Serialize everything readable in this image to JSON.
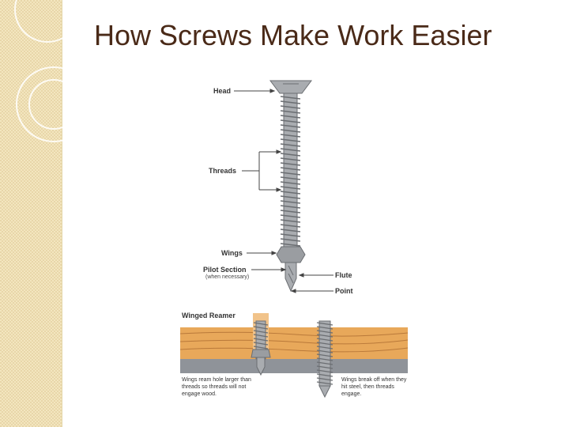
{
  "slide": {
    "title": "How Screws Make Work Easier"
  },
  "diagram": {
    "labels": {
      "head": "Head",
      "threads": "Threads",
      "wings": "Wings",
      "pilot_section": "Pilot Section",
      "pilot_note": "(when necessary)",
      "flute": "Flute",
      "point": "Point"
    },
    "reamer": {
      "title": "Winged Reamer",
      "caption_left": "Wings ream hole larger than threads so threads will not engage wood.",
      "caption_right": "Wings break off when they hit steel, then threads engage."
    }
  },
  "colors": {
    "title": "#4a2a18",
    "sidebar": "#f3e6bf",
    "wood": "#e8a85a",
    "steel": "#8f9399",
    "screw": "#a9acb0"
  }
}
